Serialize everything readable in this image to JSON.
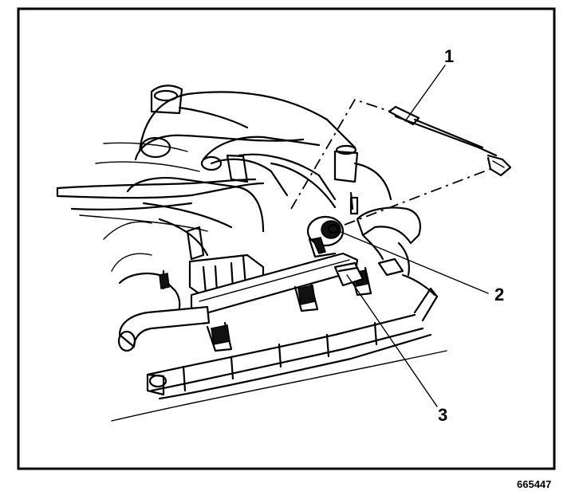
{
  "callouts": [
    {
      "label": "1"
    },
    {
      "label": "2"
    },
    {
      "label": "3"
    }
  ],
  "figure_id": "665447"
}
